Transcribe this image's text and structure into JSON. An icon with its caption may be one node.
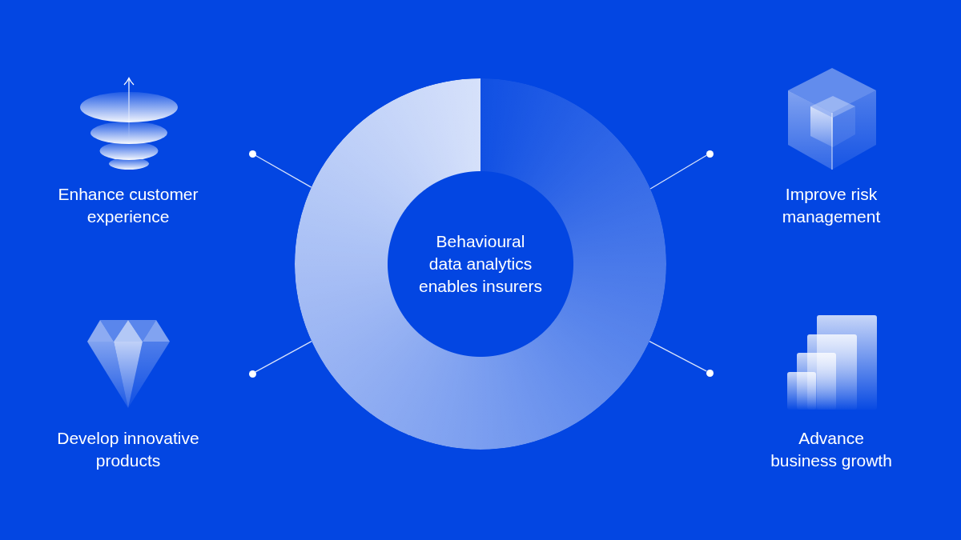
{
  "diagram": {
    "nodes": [
      {
        "text": [
          "Behavioural data analytics enables insurers"
        ]
      },
      {
        "text": [
          "Enhance customer experience"
        ]
      },
      {
        "text": [
          "Improve risk management"
        ]
      },
      {
        "text": [
          "Develop innovative products"
        ]
      },
      {
        "text": [
          "Advance business growth"
        ]
      },
      {
        "text": [],
        "shape": "circle"
      },
      {
        "text": [],
        "shape": "circle"
      },
      {
        "text": [],
        "shape": "circle"
      },
      {
        "text": [],
        "shape": "circle"
      }
    ],
    "edges": [
      {
        "from": 0,
        "to": 5,
        "arrow": "none"
      },
      {
        "from": 0,
        "to": 6,
        "arrow": "none"
      },
      {
        "from": 0,
        "to": 7,
        "arrow": "none"
      },
      {
        "from": 0,
        "to": 8,
        "arrow": "none"
      }
    ]
  }
}
